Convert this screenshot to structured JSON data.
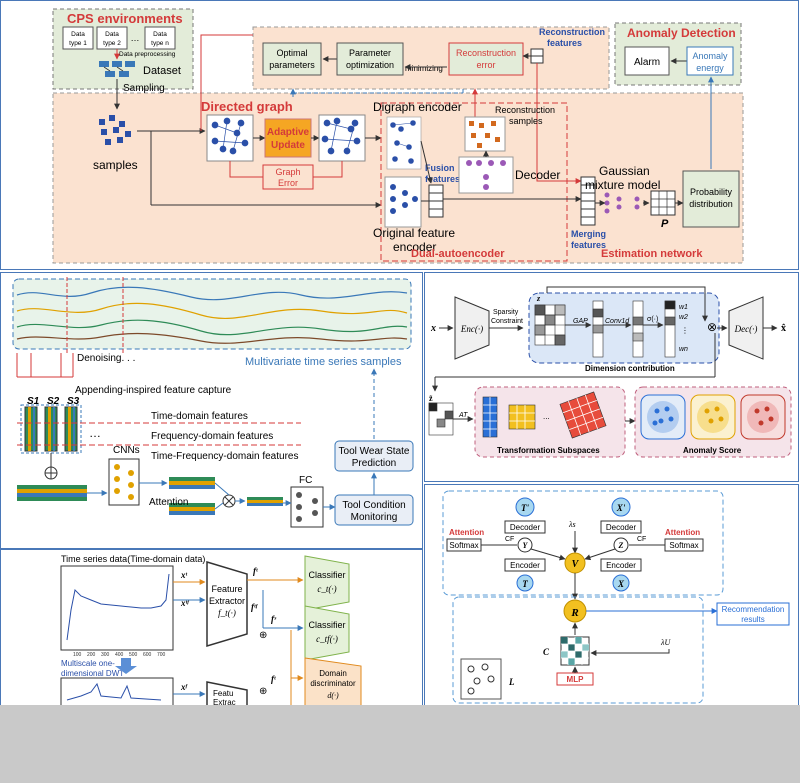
{
  "p1": {
    "cps_title": "CPS environments",
    "data_type_1": [
      "Data",
      "type 1"
    ],
    "data_type_2": [
      "Data",
      "type 2"
    ],
    "ellipsis": "…",
    "data_type_n": [
      "Data",
      "type n"
    ],
    "data_preprocessing": "Data preprocessing",
    "dataset": "Dataset",
    "sampling": "Sampling",
    "samples": "samples",
    "directed_graph": "Directed graph",
    "adaptive_update": [
      "Adaptive",
      "Update"
    ],
    "graph_error": [
      "Graph",
      "Error"
    ],
    "optimal_parameters": [
      "Optimal",
      "parameters"
    ],
    "parameter_optimization": [
      "Parameter",
      "optimization"
    ],
    "minimizing": "minimizing",
    "reconstruction_error": [
      "Reconstruction",
      "error"
    ],
    "reconstruction_features": [
      "Reconstruction",
      "features"
    ],
    "anomaly_detection": "Anomaly Detection",
    "alarm": "Alarm",
    "anomaly_energy": [
      "Anomaly",
      "energy"
    ],
    "digraph_encoder": "Digraph encoder",
    "reconstruction_samples": [
      "Reconstruction",
      "samples"
    ],
    "fusion_features": [
      "Fusion",
      "features"
    ],
    "decoder": "Decoder",
    "original_feature_encoder": [
      "Original feature",
      "encoder"
    ],
    "gaussian_mixture_model": [
      "Gaussian",
      "mixture model"
    ],
    "probability_distribution": [
      "Probability",
      "distribution"
    ],
    "p_label": "P",
    "merging_features": [
      "Merging",
      "features"
    ],
    "dual_autoencoder": "Dual-autoencoder",
    "estimation_network": "Estimation network"
  },
  "p2": {
    "denoising": "Denoising. . .",
    "multivariate_samples": "Multivariate time series samples",
    "appending_capture": "Appending-inspired feature capture",
    "s1": "S1",
    "s2": "S2",
    "s3": "S3",
    "ellipsis": "…",
    "time_domain": "Time-domain features",
    "frequency_domain": "Frequency-domain features",
    "time_frequency_domain": "Time-Frequency-domain features",
    "cnns": "CNNs",
    "attention": "Attention",
    "fc": "FC",
    "tool_wear": [
      "Tool Wear State",
      "Prediction"
    ],
    "tool_condition": [
      "Tool Condition",
      "Monitoring"
    ]
  },
  "p3": {
    "x_in": "x",
    "enc": "Enc(·)",
    "sparsity_constraint": [
      "Sparsity",
      "Constraint"
    ],
    "z": "z",
    "gap": "GAP",
    "conv1d": "Conv1d",
    "sigma": "σ(·)",
    "w1": "w1",
    "w2": "w2",
    "wn": "wn",
    "vdots": "⋮",
    "otimes": "⊗",
    "dec": "Dec(·)",
    "x_hat": "x̂",
    "dimension_contribution": "Dimension contribution",
    "z_tilde": "z̃",
    "at": "AT",
    "ellipsis": "...",
    "transformation_subspaces": "Transformation Subspaces",
    "anomaly_score": "Anomaly Score"
  },
  "p4": {
    "title": "Time series data(Time-domain data)",
    "multiscale_dwt": [
      "Multiscale one-",
      "dimensional DWT"
    ],
    "xt": "xᵗ",
    "xtf": "xᵗᶠ",
    "xft": "xᶠ",
    "feature_extractor": [
      "Feature",
      "Extractor",
      "f_t(·)"
    ],
    "feature_extractor_trunc": [
      "Featu",
      "Extrac"
    ],
    "ft": "fᵗ",
    "ftf": "fᵗᶠ",
    "fs": "fˢ",
    "ft2": "fᵗ",
    "classifier_t": [
      "Classifier",
      "c_t(·)"
    ],
    "classifier_tf": [
      "Classifier",
      "c_tf(·)"
    ],
    "domain_disc": [
      "Domain",
      "discriminator",
      "d(·)"
    ],
    "oplus": "⊕",
    "x_ticks": [
      "100",
      "200",
      "300",
      "400",
      "500",
      "600",
      "700"
    ]
  },
  "p5": {
    "t_prime": "T'",
    "x_prime": "X'",
    "decoder": "Decoder",
    "lambda_s": "λs",
    "attention": "Attention",
    "softmax": "Softmax",
    "cf": "CF",
    "y": "Y",
    "z": "Z",
    "v": "V",
    "encoder": "Encoder",
    "t": "T",
    "x": "X",
    "r": "R",
    "recommendation_results": [
      "Recommendation",
      "results"
    ],
    "lambda_u": "λU",
    "c": "C",
    "mlp": "MLP",
    "l": "L"
  }
}
